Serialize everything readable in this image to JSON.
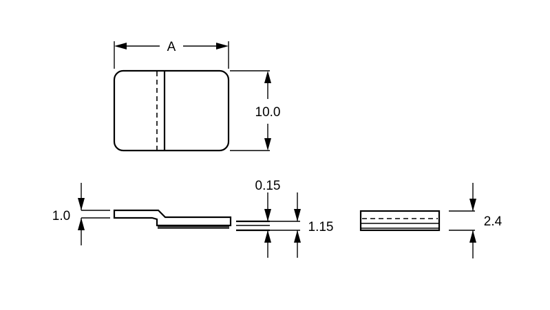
{
  "drawing": {
    "dimensions": {
      "width_label": "A",
      "height_label": "10.0",
      "thickness_label": "1.0",
      "plating_label": "0.15",
      "total_label": "1.15",
      "side_label": "2.4"
    }
  }
}
